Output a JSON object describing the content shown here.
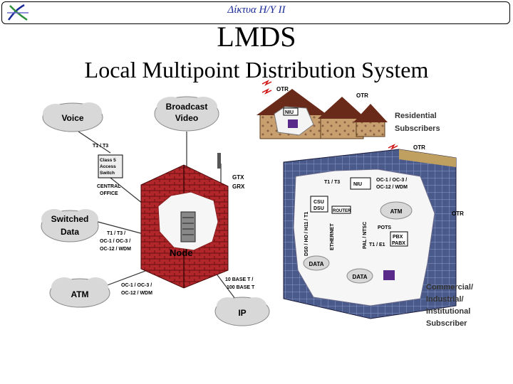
{
  "header": {
    "title": "Δίκτυα Η/Υ ΙΙ"
  },
  "slide": {
    "title": "LMDS",
    "subtitle": "Local Multipoint Distribution System"
  },
  "diagram": {
    "clouds": {
      "voice": "Voice",
      "broadcast_line1": "Broadcast",
      "broadcast_line2": "Video",
      "switched_line1": "Switched",
      "switched_line2": "Data",
      "atm": "ATM",
      "ip": "IP"
    },
    "central_office": {
      "t1t3": "T1 / T3",
      "switch_line1": "Class 5",
      "switch_line2": "Access",
      "switch_line3": "Switch",
      "label_line1": "CENTRAL",
      "label_line2": "OFFICE"
    },
    "links": {
      "sd_line1": "T1 / T3 /",
      "sd_line2": "OC-1 / OC-3 /",
      "sd_line3": "OC-12 / WDM",
      "atm_line1": "OC-1 / OC-3 /",
      "atm_line2": "OC-12 / WDM",
      "ip_line1": "10 BASE T /",
      "ip_line2": "100 BASE T"
    },
    "node": {
      "label": "Node",
      "gtx": "GTX",
      "grx": "GRX"
    },
    "residential": {
      "otr1": "OTR",
      "otr2": "OTR",
      "niu": "NIU",
      "line1": "Residential",
      "line2": "Subscribers"
    },
    "commercial": {
      "otr_top": "OTR",
      "otr_side": "OTR",
      "t1t3": "T1 / T3",
      "niu": "NIU",
      "oc_line1": "OC-1 / OC-3 /",
      "oc_line2": "OC-12 / WDM",
      "csu_line1": "CSU",
      "csu_line2": "DSU",
      "router": "ROUTER",
      "atm": "ATM",
      "pots": "POTS",
      "pbx_line1": "PBX",
      "pbx_line2": "PABX",
      "t1e1": "T1 / E1",
      "ds0": "DS0 / HO / H11 / T1",
      "ethernet": "ETHERNET",
      "pal": "PAL / NTSC",
      "data1": "DATA",
      "data2": "DATA",
      "line1": "Commercial/",
      "line2": "Industrial/",
      "line3": "Institutional",
      "line4": "Subscriber"
    }
  }
}
